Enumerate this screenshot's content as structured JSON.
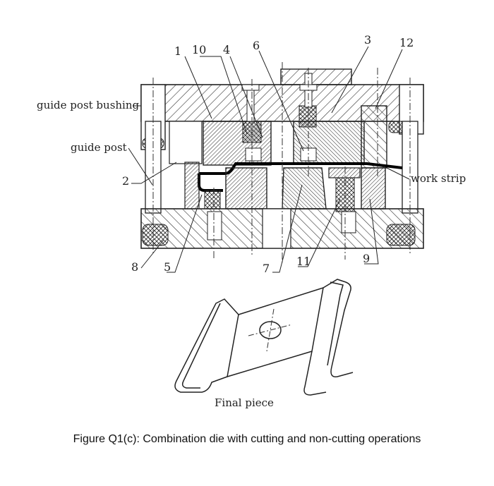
{
  "diagram": {
    "callout_numbers": [
      "1",
      "10",
      "4",
      "6",
      "3",
      "12",
      "2",
      "8",
      "5",
      "7",
      "11",
      "9"
    ],
    "labels": {
      "guide_post_bushing": "guide post bushing",
      "guide_post": "guide post",
      "work_strip": "work strip",
      "final_piece": "Final piece"
    }
  },
  "caption": "Figure Q1(c): Combination die with cutting and non-cutting operations"
}
